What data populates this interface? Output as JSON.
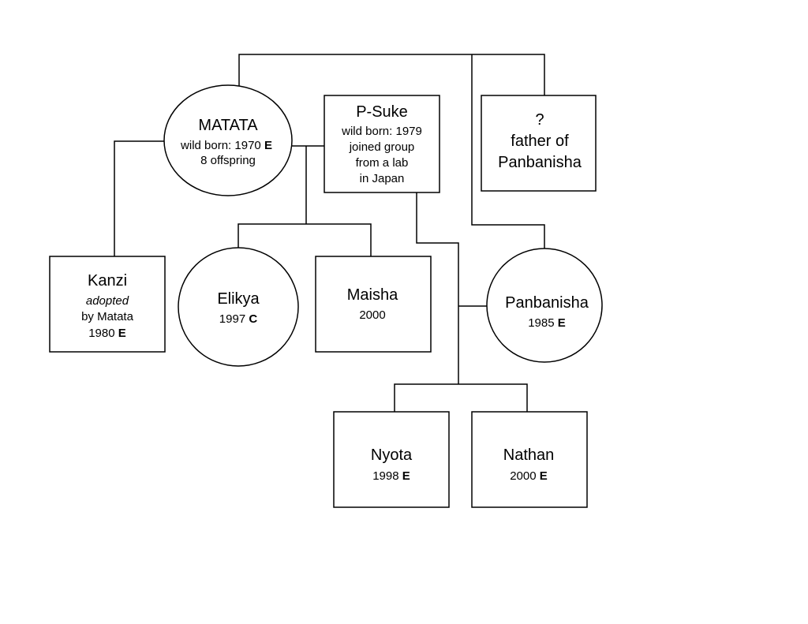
{
  "diagram": {
    "nodes": {
      "matata": {
        "shape": "circle",
        "name": "MATATA",
        "line1": "wild born: 1970 ",
        "line1_code": "E",
        "line2": "8 offspring"
      },
      "psuke": {
        "shape": "box",
        "name": "P-Suke",
        "lines": [
          "wild born: 1979",
          "joined group",
          "from a lab",
          "in Japan"
        ]
      },
      "father": {
        "shape": "box",
        "lines": [
          "?",
          "father of",
          "Panbanisha"
        ]
      },
      "kanzi": {
        "shape": "box",
        "name": "Kanzi",
        "note": "adopted",
        "line2": "by Matata",
        "year": "1980 ",
        "code": "E"
      },
      "elikya": {
        "shape": "circle",
        "name": "Elikya",
        "year": "1997 ",
        "code": "C"
      },
      "maisha": {
        "shape": "box",
        "name": "Maisha",
        "year": "2000"
      },
      "panbanisha": {
        "shape": "circle",
        "name": "Panbanisha",
        "year": "1985 ",
        "code": "E"
      },
      "nyota": {
        "shape": "box",
        "name": "Nyota",
        "year": "1998 ",
        "code": "E"
      },
      "nathan": {
        "shape": "box",
        "name": "Nathan",
        "year": "2000 ",
        "code": "E"
      }
    }
  }
}
